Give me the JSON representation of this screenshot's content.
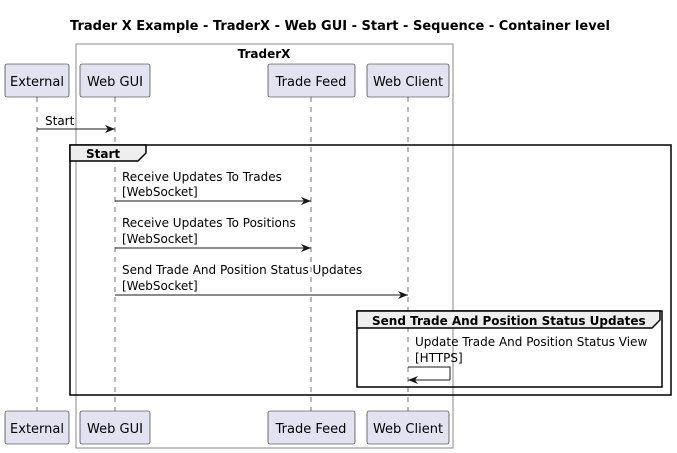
{
  "title": "Trader X Example - TraderX - Web GUI - Start - Sequence - Container level",
  "boundary": {
    "label": "TraderX"
  },
  "participants": [
    {
      "id": "external",
      "label": "External"
    },
    {
      "id": "webgui",
      "label": "Web GUI"
    },
    {
      "id": "tradefeed",
      "label": "Trade Feed"
    },
    {
      "id": "webclient",
      "label": "Web Client"
    }
  ],
  "messages": [
    {
      "from": "external",
      "to": "webgui",
      "line1": "Start",
      "line2": ""
    },
    {
      "from": "webgui",
      "to": "tradefeed",
      "line1": "Receive Updates To Trades",
      "line2": "[WebSocket]"
    },
    {
      "from": "webgui",
      "to": "tradefeed",
      "line1": "Receive Updates To Positions",
      "line2": "[WebSocket]"
    },
    {
      "from": "webgui",
      "to": "webclient",
      "line1": "Send Trade And Position Status Updates",
      "line2": "[WebSocket]"
    },
    {
      "from": "webclient",
      "to": "webclient",
      "line1": "Update Trade And Position Status View",
      "line2": "[HTTPS]"
    }
  ],
  "groups": [
    {
      "label": "Start"
    },
    {
      "label": "Send Trade And Position Status Updates"
    }
  ],
  "colors": {
    "participant_fill": "#E2E2F0",
    "group_header_fill": "#EEEEEE",
    "line": "#181818",
    "boundary_stroke": "#888888"
  }
}
